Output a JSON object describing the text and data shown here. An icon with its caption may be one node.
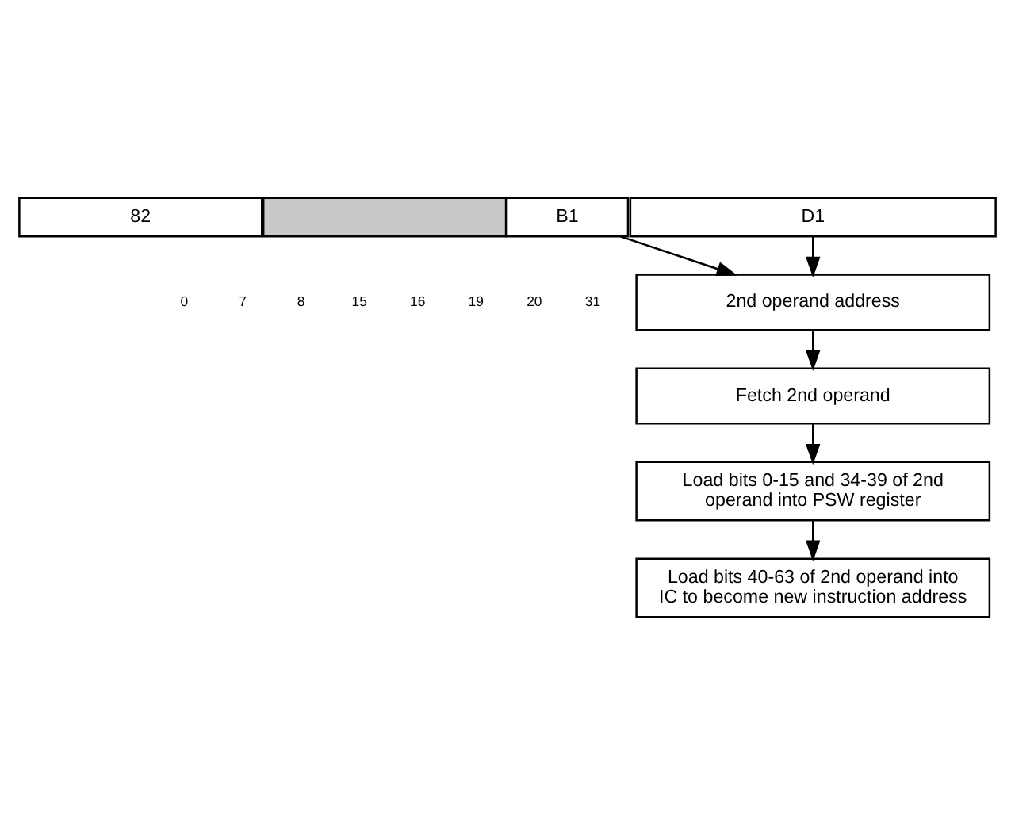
{
  "diagram": {
    "nodes": [
      {
        "text": [
          "82"
        ]
      },
      {
        "text": [],
        "shape": "box"
      },
      {
        "text": [
          "B1"
        ]
      },
      {
        "text": [
          "D1"
        ]
      },
      {
        "text": [
          "2nd operand address"
        ]
      },
      {
        "text": [
          "Fetch 2nd operand"
        ]
      },
      {
        "text": [
          "Load bits 0-15 and 34-39 of 2nd operand into PSW register"
        ]
      },
      {
        "text": [
          "Load bits 40-63 of 2nd operand into IC to become new instruction address"
        ]
      }
    ],
    "edges": [
      {
        "from": 2,
        "to": 4,
        "arrow": "to"
      },
      {
        "from": 3,
        "to": 4,
        "arrow": "to"
      },
      {
        "from": 4,
        "to": 5,
        "arrow": "to"
      },
      {
        "from": 5,
        "to": 6,
        "arrow": "to"
      },
      {
        "from": 6,
        "to": 7,
        "arrow": "to"
      }
    ],
    "labels": [
      "0",
      "7",
      "8",
      "15",
      "16",
      "19",
      "20",
      "31"
    ]
  }
}
